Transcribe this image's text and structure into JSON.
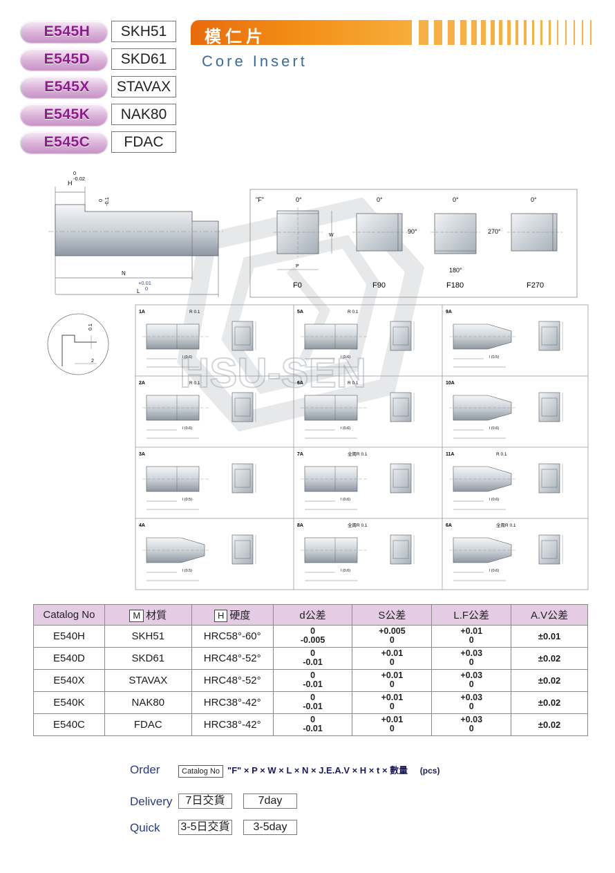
{
  "products": [
    {
      "code": "E545H",
      "material": "SKH51"
    },
    {
      "code": "E545D",
      "material": "SKD61"
    },
    {
      "code": "E545X",
      "material": "STAVAX"
    },
    {
      "code": "E545K",
      "material": "NAK80"
    },
    {
      "code": "E545C",
      "material": "FDAC"
    }
  ],
  "title_cn": "模仁片",
  "title_en": "Core Insert",
  "main_drawing": {
    "h_label": "H",
    "h_tol": [
      "0",
      "-0.02"
    ],
    "step_tol": [
      "0",
      "-0.1"
    ],
    "n_label": "N",
    "l_label": "L",
    "l_tol": [
      "+0.01",
      "0"
    ]
  },
  "f_panel": {
    "label": "\"F\"",
    "angles": [
      "0°",
      "0°",
      "0°",
      "0°"
    ],
    "rotations": [
      "90°",
      "180°",
      "270°"
    ],
    "w_label": "W",
    "p_label": "P",
    "names": [
      "F0",
      "F90",
      "F180",
      "F270"
    ]
  },
  "detail": {
    "dim1": "0.1",
    "dim2": "2"
  },
  "grid_cells": [
    {
      "id": "1A",
      "radius": "R 0.1",
      "l": "l (0.6)"
    },
    {
      "id": "5A",
      "radius": "R 0.1",
      "l": "l (0.6)"
    },
    {
      "id": "9A",
      "radius": "",
      "l": "l (0.5)"
    },
    {
      "id": "2A",
      "radius": "R 0.1",
      "l": "l (0.6)"
    },
    {
      "id": "6A",
      "radius": "R 0.1",
      "l": "l (0.6)"
    },
    {
      "id": "10A",
      "radius": "",
      "l": "l (0.6)"
    },
    {
      "id": "3A",
      "radius": "",
      "l": "l (0.5)"
    },
    {
      "id": "7A",
      "radius": "全周R 0.1",
      "l": "l (0.6)"
    },
    {
      "id": "11A",
      "radius": "R 0.1",
      "l": "l (0.6)"
    },
    {
      "id": "4A",
      "radius": "",
      "l": "l (0.5)"
    },
    {
      "id": "8A",
      "radius": "全周R 0.1",
      "l": "l (0.6)"
    },
    {
      "id": "6A",
      "radius": "全周R 0.1",
      "l": "l (0.6)"
    }
  ],
  "watermark": "HSU-SEN",
  "table": {
    "headers": [
      "Catalog No",
      "材質",
      "硬度",
      "d公差",
      "S公差",
      "L.F公差",
      "A.V公差"
    ],
    "header_boxes": [
      "M",
      "H"
    ],
    "rows": [
      {
        "catalog": "E540H",
        "material": "SKH51",
        "hardness": "HRC58°-60°",
        "d": [
          "0",
          "-0.005"
        ],
        "s": [
          "+0.005",
          "0"
        ],
        "lf": [
          "+0.01",
          "0"
        ],
        "av": "±0.01"
      },
      {
        "catalog": "E540D",
        "material": "SKD61",
        "hardness": "HRC48°-52°",
        "d": [
          "0",
          "-0.01"
        ],
        "s": [
          "+0.01",
          "0"
        ],
        "lf": [
          "+0.03",
          "0"
        ],
        "av": "±0.02"
      },
      {
        "catalog": "E540X",
        "material": "STAVAX",
        "hardness": "HRC48°-52°",
        "d": [
          "0",
          "-0.01"
        ],
        "s": [
          "+0.01",
          "0"
        ],
        "lf": [
          "+0.03",
          "0"
        ],
        "av": "±0.02"
      },
      {
        "catalog": "E540K",
        "material": "NAK80",
        "hardness": "HRC38°-42°",
        "d": [
          "0",
          "-0.01"
        ],
        "s": [
          "+0.01",
          "0"
        ],
        "lf": [
          "+0.03",
          "0"
        ],
        "av": "±0.02"
      },
      {
        "catalog": "E540C",
        "material": "FDAC",
        "hardness": "HRC38°-42°",
        "d": [
          "0",
          "-0.01"
        ],
        "s": [
          "+0.01",
          "0"
        ],
        "lf": [
          "+0.03",
          "0"
        ],
        "av": "±0.02"
      }
    ]
  },
  "order": {
    "label": "Order",
    "catalog_box": "Catalog No",
    "formula": "\"F\"  × P × W × L × N × J.E.A.V × H × t × 數量",
    "unit": "(pcs)"
  },
  "delivery": {
    "label": "Delivery",
    "cn": "7日交貨",
    "en": "7day"
  },
  "quick": {
    "label": "Quick",
    "cn": "3-5日交貨",
    "en": "3-5day"
  }
}
